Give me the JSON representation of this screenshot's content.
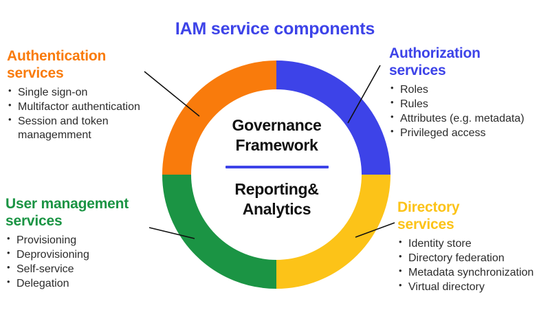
{
  "title": "IAM service components",
  "colors": {
    "orange": "#F97B0C",
    "blue": "#3D43E8",
    "green": "#1B9444",
    "yellow": "#FCC318",
    "text": "#2b2b2b",
    "background": "#FFFFFF"
  },
  "center": {
    "line1": "Governance",
    "line2": "Framework",
    "line3": "Reporting&",
    "line4": "Analytics"
  },
  "segments": [
    {
      "id": "authentication",
      "color": "#F97B0C",
      "quadrant": "top-left",
      "share_pct": 25
    },
    {
      "id": "authorization",
      "color": "#3D43E8",
      "quadrant": "top-right",
      "share_pct": 25
    },
    {
      "id": "user-management",
      "color": "#1B9444",
      "quadrant": "bottom-left",
      "share_pct": 25
    },
    {
      "id": "directory",
      "color": "#FCC318",
      "quadrant": "bottom-right",
      "share_pct": 25
    }
  ],
  "labels": {
    "authentication": {
      "heading_line1": "Authentication",
      "heading_line2": "services",
      "color": "#F97B0C",
      "items": [
        "Single sign-on",
        "Multifactor authentication",
        "Session and token managemment"
      ]
    },
    "authorization": {
      "heading_line1": "Authorization",
      "heading_line2": "services",
      "color": "#3D43E8",
      "items": [
        "Roles",
        "Rules",
        "Attributes (e.g. metadata)",
        "Privileged access"
      ]
    },
    "user_management": {
      "heading_line1": "User management",
      "heading_line2": "services",
      "color": "#1B9444",
      "items": [
        "Provisioning",
        "Deprovisioning",
        "Self-service",
        "Delegation"
      ]
    },
    "directory": {
      "heading_line1": "Directory",
      "heading_line2": "services",
      "color": "#FCC318",
      "items": [
        "Identity store",
        "Directory federation",
        "Metadata synchronization",
        "Virtual directory"
      ]
    }
  }
}
